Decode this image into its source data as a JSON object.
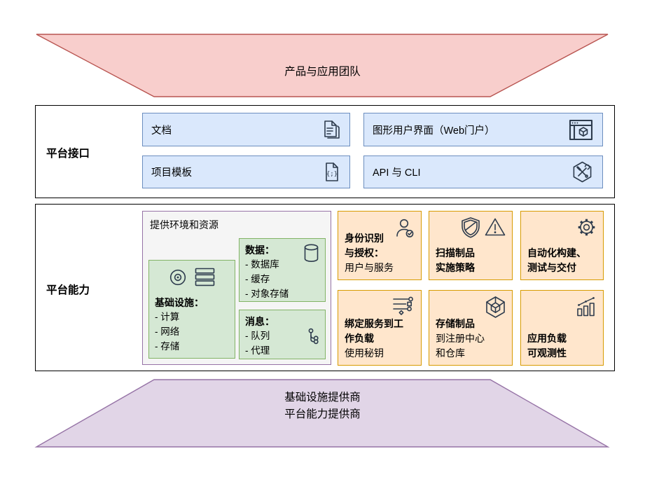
{
  "top_banner": {
    "label": "产品与应用团队",
    "fill": "#f8cecc",
    "stroke": "#b85450"
  },
  "interface_section": {
    "title": "平台接口",
    "items": [
      {
        "label": "文档",
        "icon": "document-icon"
      },
      {
        "label": "项目模板",
        "icon": "code-file-icon"
      },
      {
        "label": "图形用户界面（Web门户）",
        "icon": "browser-cube-icon"
      },
      {
        "label": "API 与 CLI",
        "icon": "tools-hexagon-icon"
      }
    ]
  },
  "capability_section": {
    "title": "平台能力",
    "environment_box": {
      "title": "提供环境和资源",
      "infrastructure": {
        "title": "基础设施：",
        "items": "- 计算\n- 网络\n- 存储",
        "icons": [
          "disc-icon",
          "server-stack-icon"
        ]
      },
      "data": {
        "title": "数据：",
        "items": "- 数据库\n- 缓存\n- 对象存储",
        "icon": "database-icon"
      },
      "messaging": {
        "title": "消息：",
        "items": "- 队列\n- 代理",
        "icon": "branch-icon"
      }
    },
    "capabilities": [
      {
        "bold": "身份识别\n与授权：",
        "regular": "用户与服务",
        "icons": [
          "user-check-icon"
        ]
      },
      {
        "bold": "扫描制品\n实施策略",
        "regular": "",
        "icons": [
          "shield-icon",
          "warning-triangle-icon"
        ]
      },
      {
        "bold": "自动化构建、\n测试与交付",
        "regular": "",
        "icons": [
          "gear-icon"
        ]
      },
      {
        "bold": "绑定服务到工\n作负载",
        "regular": "使用秘钥",
        "icons": [
          "circuit-lines-icon"
        ]
      },
      {
        "bold": "存储制品",
        "regular": "到注册中心\n和仓库",
        "icons": [
          "cube-frame-icon"
        ]
      },
      {
        "bold": "应用负载\n可观测性",
        "regular": "",
        "icons": [
          "bar-chart-icon"
        ]
      }
    ]
  },
  "bottom_banner": {
    "label": "基础设施提供商\n平台能力提供商",
    "fill": "#e1d5e7",
    "stroke": "#9673a6"
  },
  "colors": {
    "pink_fill": "#f8cecc",
    "pink_stroke": "#b85450",
    "blue_fill": "#dae8fc",
    "blue_stroke": "#6c8ebf",
    "green_fill": "#d5e8d4",
    "green_stroke": "#82b366",
    "orange_fill": "#ffe6cc",
    "orange_stroke": "#d79b00",
    "purple_fill": "#e1d5e7",
    "purple_stroke": "#9673a6",
    "gray_fill": "#f5f5f5",
    "icon_color": "#2d3b4d"
  }
}
